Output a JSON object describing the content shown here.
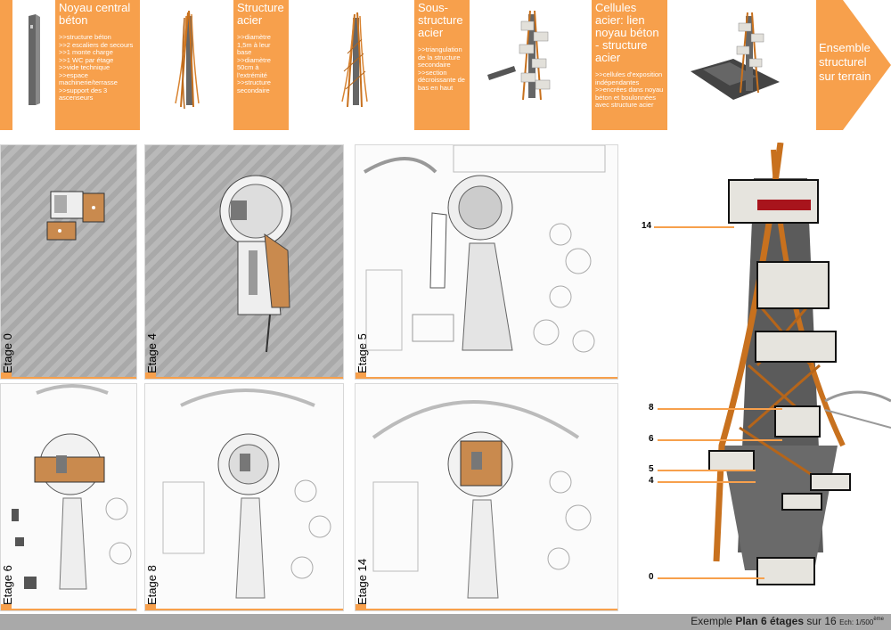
{
  "strip": {
    "cards": [
      {
        "title": "Noyau central béton",
        "body": ">>structure béton\n>>2 escaliers de secours\n>>1 monte charge\n>>1 WC par étage\n>>vide technique\n>>espace machinerie/terrasse\n>>support des 3 ascenseurs"
      },
      {
        "title": "Structure acier",
        "body": ">>diamètre 1,5m à leur base\n>>diamètre 50cm à l'extrémité\n>>structure secondaire"
      },
      {
        "title": "Sous-structure acier",
        "body": ">>triangulation de la structure secondaire\n>>section décroissante de bas en haut"
      },
      {
        "title": "Cellules acier: lien noyau béton - structure acier",
        "body": ">>cellules d'exposition indépendantes\n>>encrées dans noyau béton et boulonnées avec structure acier"
      }
    ],
    "arrow_label": "Ensemble structurel sur terrain"
  },
  "plans": [
    {
      "label": "Etage 0"
    },
    {
      "label": "Etage 4"
    },
    {
      "label": "Etage 5"
    },
    {
      "label": "Etage 6"
    },
    {
      "label": "Etage 8"
    },
    {
      "label": "Etage 14"
    }
  ],
  "section": {
    "levels": [
      "14",
      "8",
      "6",
      "5",
      "4",
      "0"
    ]
  },
  "footer": {
    "prefix": "Exemple ",
    "bold": "Plan 6 étages",
    "suffix": " sur 16",
    "scale": "Ech: 1/500",
    "scale_sup": "ème"
  },
  "colors": {
    "orange": "#f7a04c",
    "steel": "#c8711e",
    "concrete": "#555555",
    "footer": "#a9a9a9",
    "hatch": "#b0b0b0"
  }
}
